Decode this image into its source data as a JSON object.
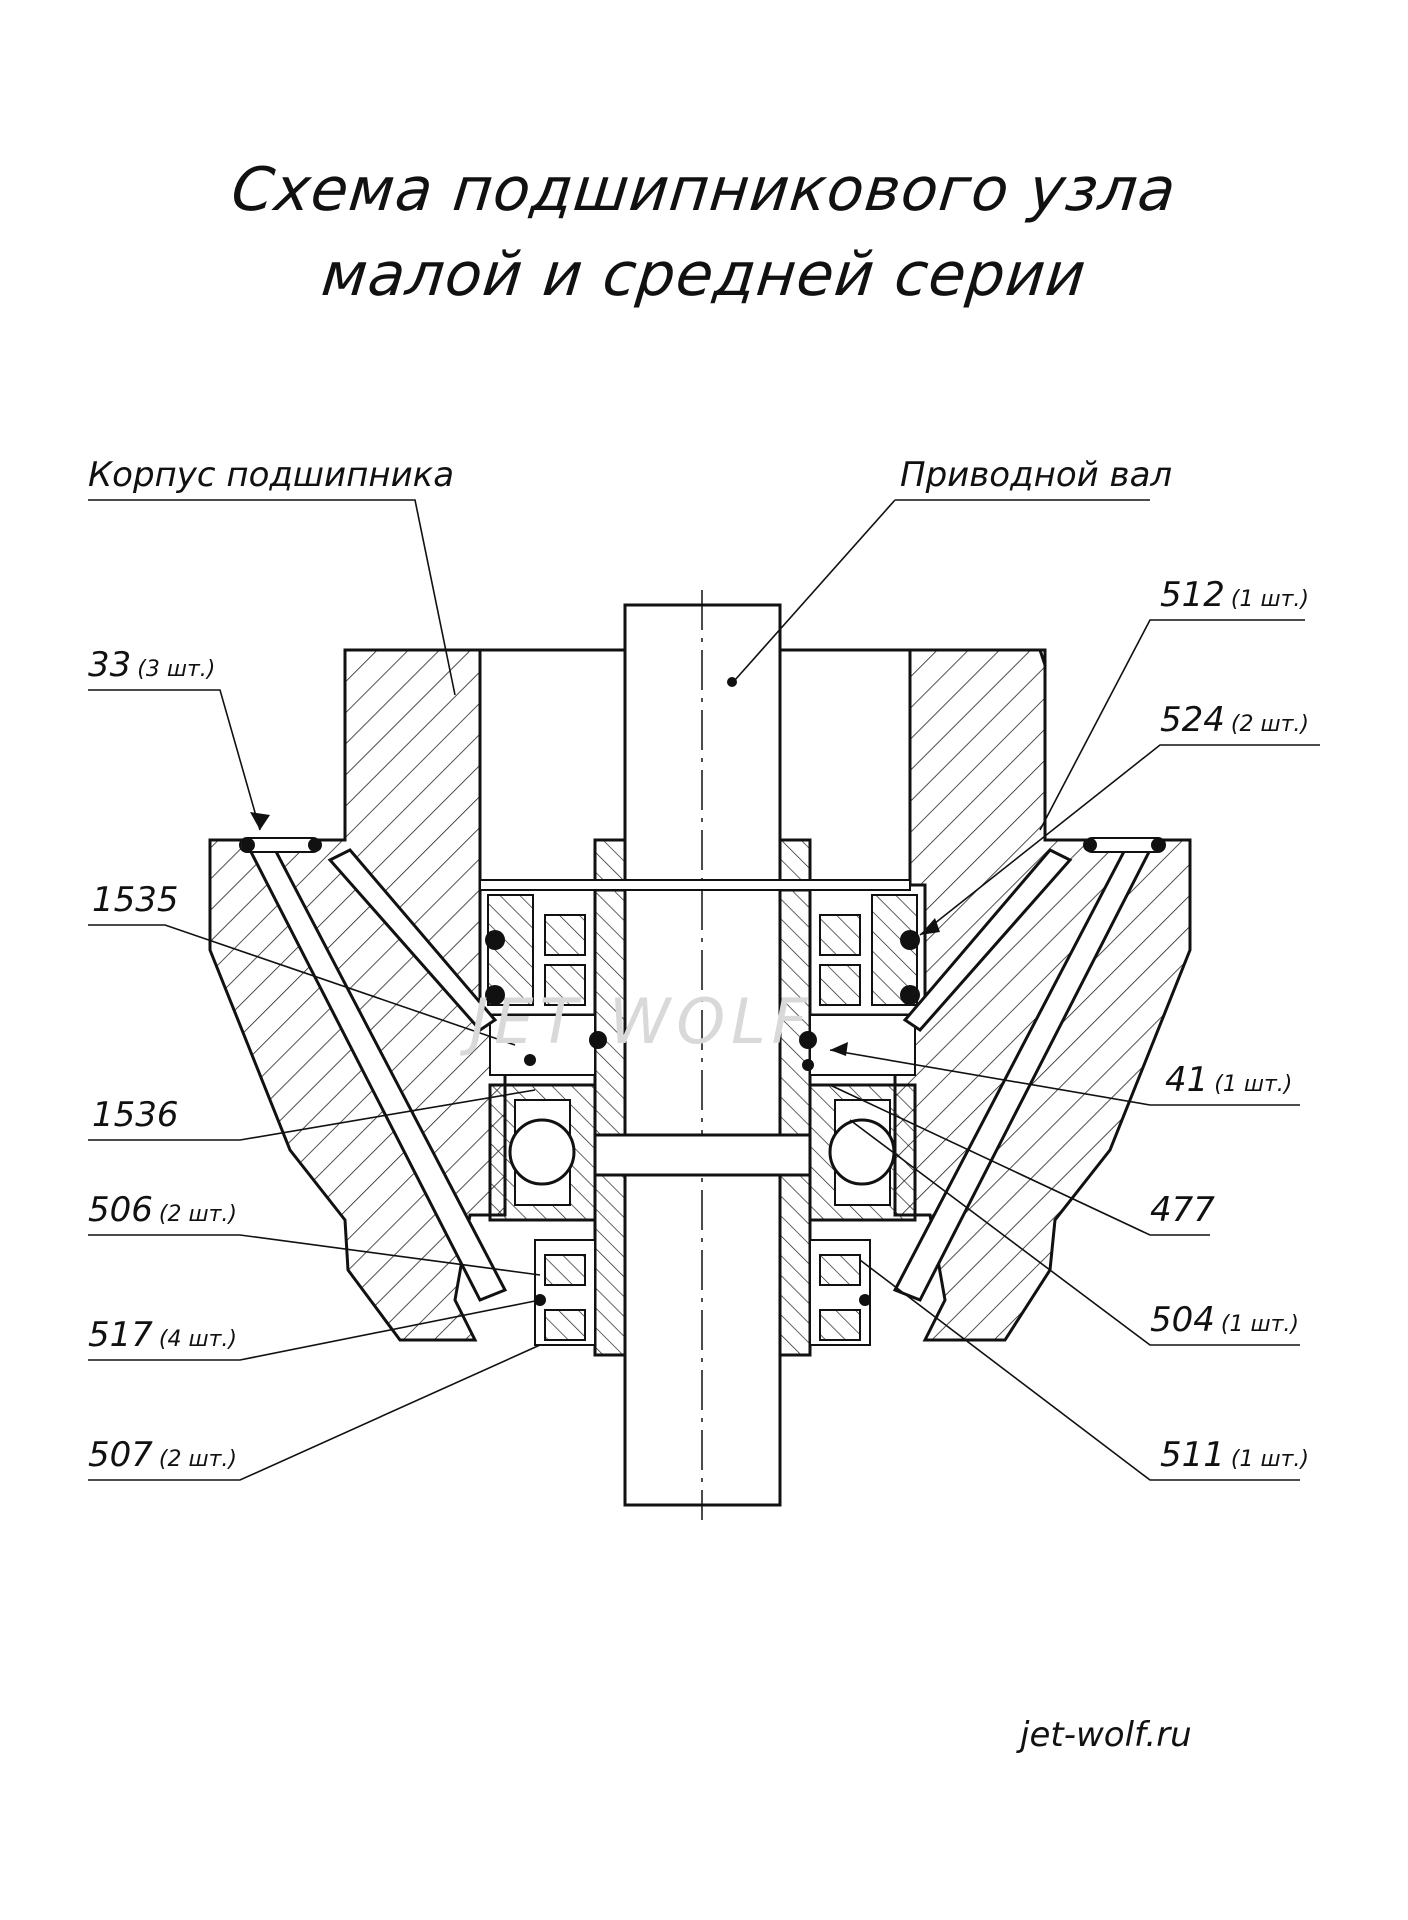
{
  "title": {
    "line1": "Схема подшипникового узла",
    "line2": "малой и средней серии"
  },
  "labels": {
    "housing": "Корпус подшипника",
    "shaft": "Приводной вал"
  },
  "parts": [
    {
      "number": "33",
      "qty": "(3 шт.)"
    },
    {
      "number": "1535",
      "qty": ""
    },
    {
      "number": "1536",
      "qty": ""
    },
    {
      "number": "506",
      "qty": "(2 шт.)"
    },
    {
      "number": "517",
      "qty": "(4 шт.)"
    },
    {
      "number": "507",
      "qty": "(2 шт.)"
    },
    {
      "number": "512",
      "qty": "(1 шт.)"
    },
    {
      "number": "524",
      "qty": "(2 шт.)"
    },
    {
      "number": "41",
      "qty": "(1 шт.)"
    },
    {
      "number": "477",
      "qty": ""
    },
    {
      "number": "504",
      "qty": "(1 шт.)"
    },
    {
      "number": "511",
      "qty": "(1 шт.)"
    }
  ],
  "watermark": "JET WOLF",
  "footer": "jet-wolf.ru"
}
